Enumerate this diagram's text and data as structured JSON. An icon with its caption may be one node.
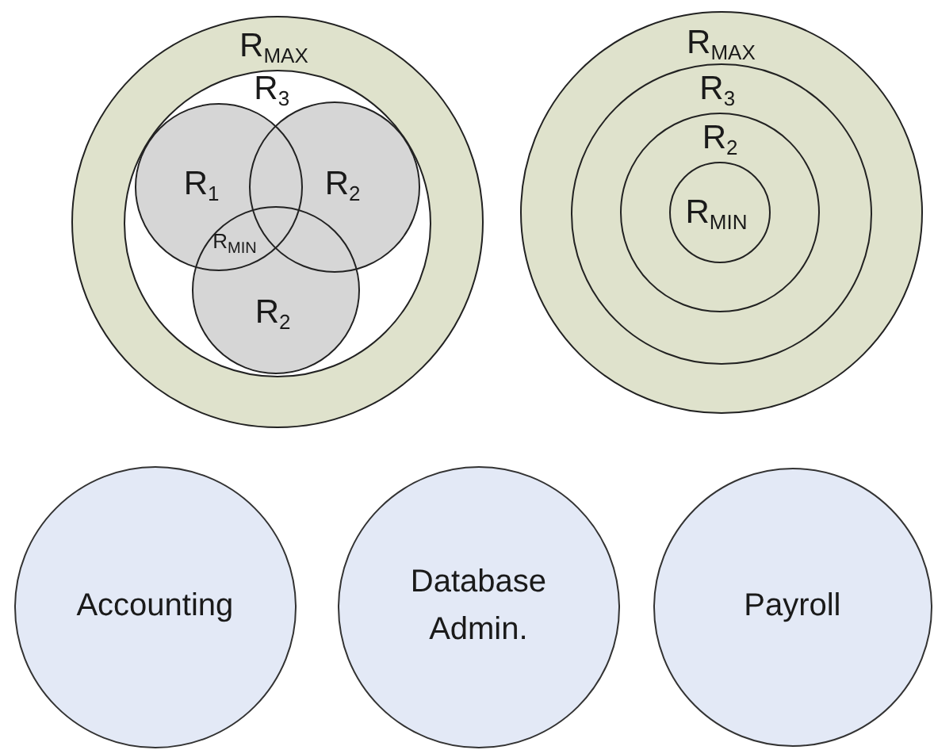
{
  "diagram": {
    "nodes": [
      {
        "text": [
          "R$_{MAX}$"
        ]
      },
      {
        "text": [
          "R$_{3}$"
        ],
        "in": 0
      },
      {
        "text": [
          "R$_{1}$"
        ],
        "in": 1
      },
      {
        "text": [
          "R$_{2}$"
        ],
        "in": 1
      },
      {
        "text": [
          "R$_{2}$"
        ],
        "in": 1
      },
      {
        "text": [
          "R$_{MAX}$"
        ]
      },
      {
        "text": [
          "R$_{3}$"
        ],
        "in": 5
      },
      {
        "text": [
          "R$_{2}$"
        ],
        "in": 6
      },
      {
        "text": [
          "R$_{MIN}$"
        ],
        "in": 7
      },
      {
        "text": [
          "Accounting"
        ]
      },
      {
        "text": [
          "Database Admin."
        ]
      },
      {
        "text": [
          "Payroll"
        ]
      }
    ],
    "labels": [
      "R$_{MIN}$"
    ]
  }
}
